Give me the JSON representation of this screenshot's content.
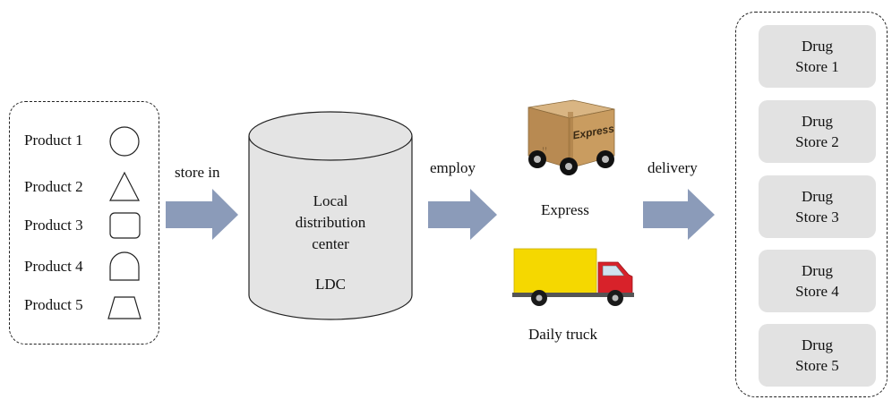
{
  "products": {
    "items": [
      {
        "label": "Product 1",
        "shape": "circle-icon"
      },
      {
        "label": "Product 2",
        "shape": "triangle-icon"
      },
      {
        "label": "Product 3",
        "shape": "rounded-rectangle-icon"
      },
      {
        "label": "Product 4",
        "shape": "arch-icon"
      },
      {
        "label": "Product 5",
        "shape": "trapezoid-icon"
      }
    ]
  },
  "flow": {
    "store_in_label": "store in",
    "employ_label": "employ",
    "delivery_label": "delivery",
    "arrow_color": "#8b9bb9"
  },
  "ldc": {
    "line1": "Local",
    "line2": "distribution",
    "line3": "center",
    "abbr": "LDC",
    "fill_color": "#e4e4e4"
  },
  "transport": {
    "express_label": "Express",
    "express_box_text": "Express",
    "express_icon": "express-box-cart-icon",
    "truck_label": "Daily truck",
    "truck_icon": "delivery-truck-icon",
    "truck_body_color": "#f5d800",
    "truck_cab_color": "#d8222a"
  },
  "stores": {
    "fill_color": "#e2e2e2",
    "items": [
      {
        "line1": "Drug",
        "line2": "Store 1"
      },
      {
        "line1": "Drug",
        "line2": "Store 2"
      },
      {
        "line1": "Drug",
        "line2": "Store 3"
      },
      {
        "line1": "Drug",
        "line2": "Store 4"
      },
      {
        "line1": "Drug",
        "line2": "Store 5"
      }
    ]
  }
}
